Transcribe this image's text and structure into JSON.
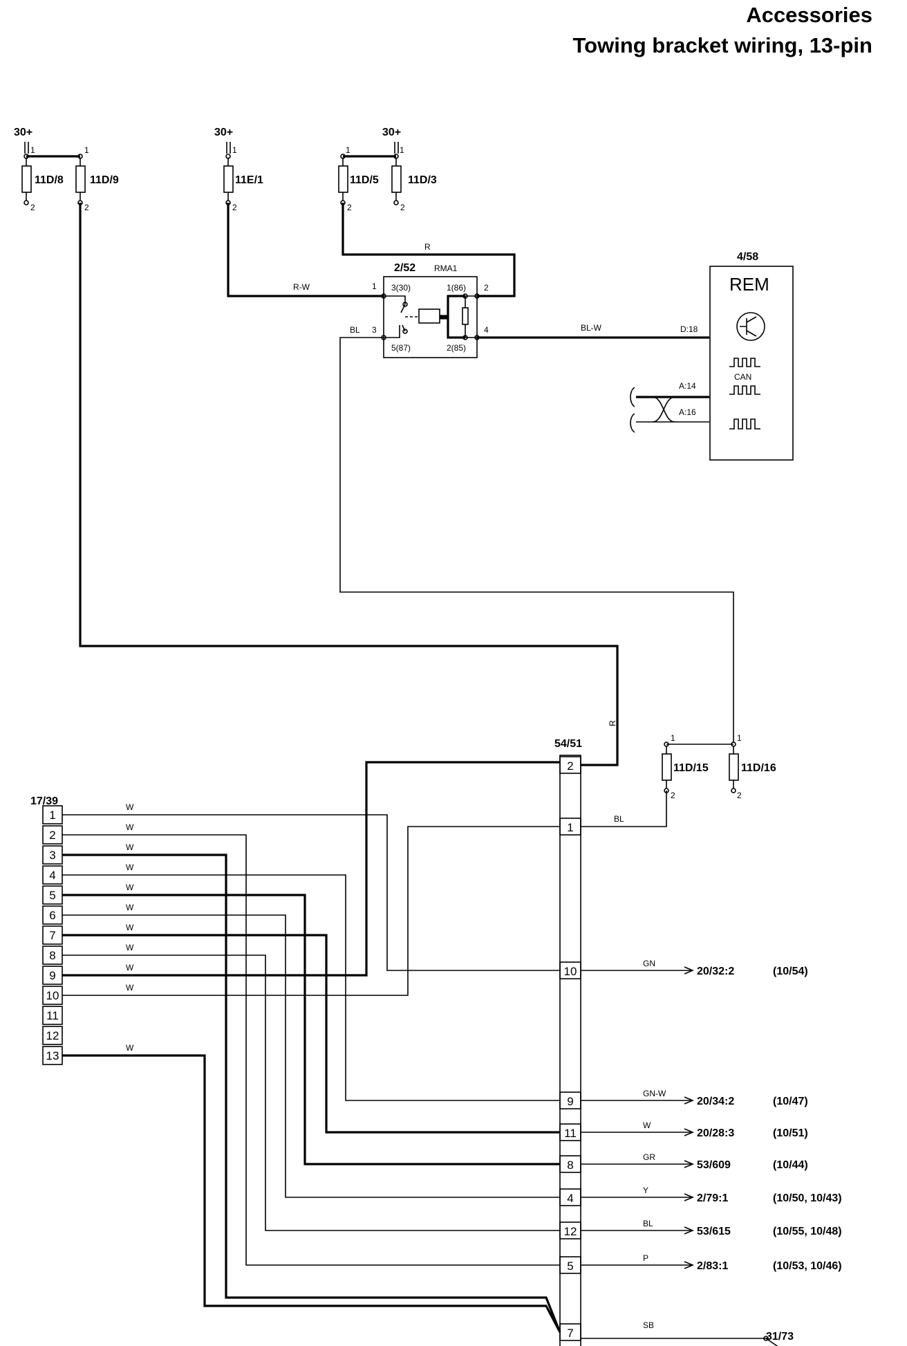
{
  "header": {
    "title": "Accessories",
    "subtitle": "Towing bracket wiring, 13-pin"
  },
  "supplies": [
    "30+",
    "30+",
    "30+"
  ],
  "fuses": {
    "f11d8": "11D/8",
    "f11d9": "11D/9",
    "f11e1": "11E/1",
    "f11d5": "11D/5",
    "f11d3": "11D/3",
    "f11d15": "11D/15",
    "f11d16": "11D/16",
    "pin_top": "1",
    "pin_bottom": "2"
  },
  "relay": {
    "id": "2/52",
    "name": "RMA1",
    "p30": "3(30)",
    "p86": "1(86)",
    "p87": "5(87)",
    "p85": "2(85)",
    "t1": "1",
    "t2": "2",
    "t3": "3",
    "t4": "4"
  },
  "module": {
    "id": "4/58",
    "name": "REM",
    "bus": "CAN",
    "pins": [
      "D:18",
      "A:14",
      "A:16"
    ]
  },
  "wires": {
    "r_top": "R",
    "r_w": "R-W",
    "bl_relay": "BL",
    "bl_w": "BL-W",
    "r_vert": "R",
    "bl_fuse": "BL"
  },
  "socket": {
    "id": "17/39",
    "pins": [
      "1",
      "2",
      "3",
      "4",
      "5",
      "6",
      "7",
      "8",
      "9",
      "10",
      "11",
      "12",
      "13"
    ],
    "wire_color": "W"
  },
  "connector": {
    "id": "54/51",
    "pins": [
      {
        "pin": "2"
      },
      {
        "pin": "1"
      },
      {
        "pin": "10",
        "color": "GN",
        "dest": "20/32:2",
        "ref": "(10/54)"
      },
      {
        "pin": "9",
        "color": "GN-W",
        "dest": "20/34:2",
        "ref": "(10/47)"
      },
      {
        "pin": "11",
        "color": "W",
        "dest": "20/28:3",
        "ref": "(10/51)"
      },
      {
        "pin": "8",
        "color": "GR",
        "dest": "53/609",
        "ref": "(10/44)"
      },
      {
        "pin": "4",
        "color": "Y",
        "dest": "2/79:1",
        "ref": "(10/50, 10/43)"
      },
      {
        "pin": "12",
        "color": "BL",
        "dest": "53/615",
        "ref": "(10/55, 10/48)"
      },
      {
        "pin": "5",
        "color": "P",
        "dest": "2/83:1",
        "ref": "(10/53, 10/46)"
      },
      {
        "pin": "7",
        "color": "SB"
      }
    ]
  },
  "ground": "31/73"
}
